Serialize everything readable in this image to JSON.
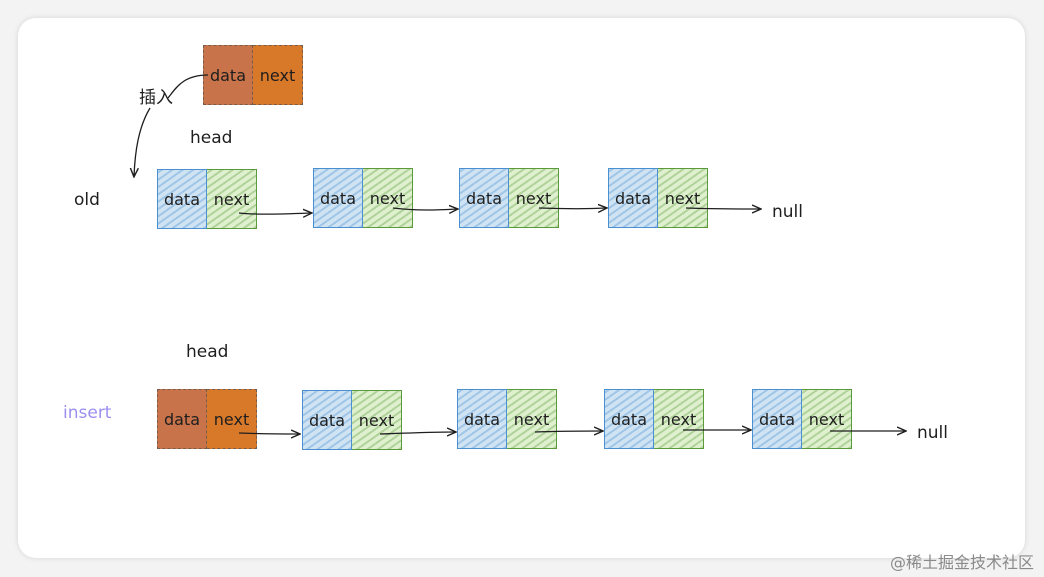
{
  "cell_labels": {
    "data": "data",
    "next": "next"
  },
  "labels": {
    "insert_zh": "插入",
    "head_old": "head",
    "old": "old",
    "null_old": "null",
    "head_new": "head",
    "insert": "insert",
    "null_new": "null"
  },
  "colors": {
    "blue_fill": "#cfe3f3",
    "blue_stroke": "#4a8fd0",
    "green_fill": "#dff0cf",
    "green_stroke": "#5a9a3a",
    "orange_data": "#c8734a",
    "orange_next": "#d8792a",
    "insert_label": "#9b8ff0"
  },
  "watermark": "@稀土掘金技术社区"
}
